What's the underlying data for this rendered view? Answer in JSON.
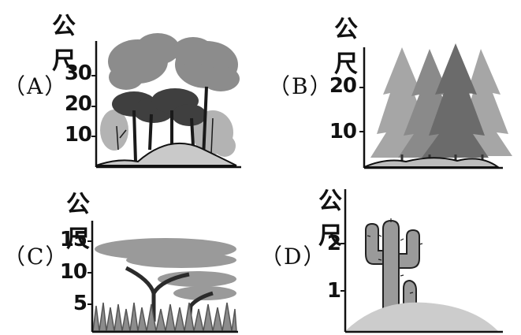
{
  "unit_label": "公尺",
  "panels": [
    {
      "option": "（A）",
      "ticks": [
        "30",
        "20",
        "10"
      ]
    },
    {
      "option": "（B）",
      "ticks": [
        "20",
        "10"
      ]
    },
    {
      "option": "（C）",
      "ticks": [
        "15",
        "10",
        "5"
      ]
    },
    {
      "option": "（D）",
      "ticks": [
        "2",
        "1"
      ]
    }
  ]
}
